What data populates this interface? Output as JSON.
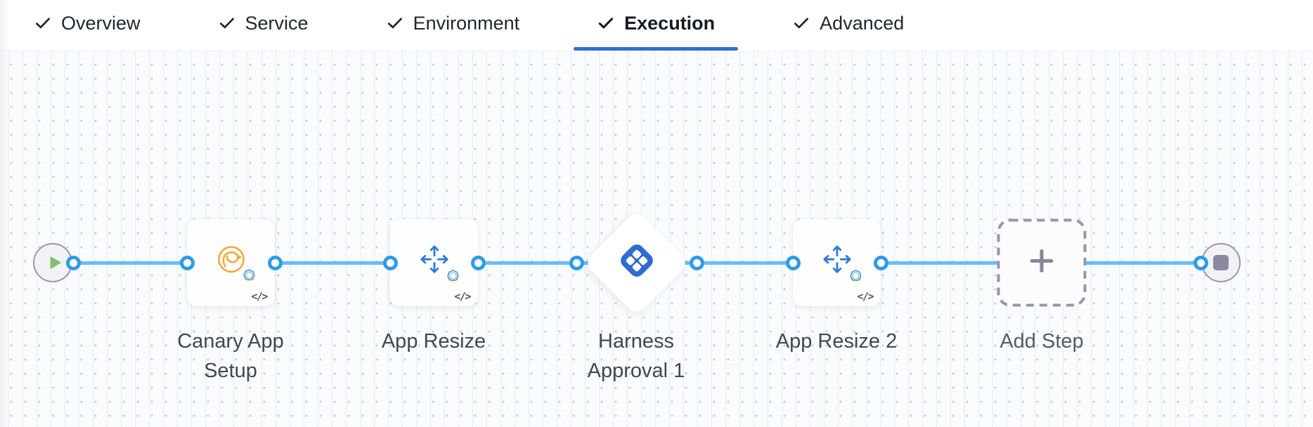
{
  "tab_bar": {
    "tabs": [
      {
        "label": "Overview",
        "completed": true,
        "active": false
      },
      {
        "label": "Service",
        "completed": true,
        "active": false
      },
      {
        "label": "Environment",
        "completed": true,
        "active": false
      },
      {
        "label": "Execution",
        "completed": true,
        "active": true
      },
      {
        "label": "Advanced",
        "completed": true,
        "active": false
      }
    ]
  },
  "pipeline": {
    "start_node": {
      "icon": "play-icon"
    },
    "end_node": {
      "icon": "stop-icon"
    },
    "steps": [
      {
        "name": "Canary App Setup",
        "label_lines": [
          "Canary App",
          "Setup"
        ],
        "shape": "card",
        "icon": "canary-bird-icon",
        "badge": "</>"
      },
      {
        "name": "App Resize",
        "label_lines": [
          "App Resize"
        ],
        "shape": "card",
        "icon": "resize-arrows-icon",
        "badge": "</>"
      },
      {
        "name": "Harness Approval 1",
        "label_lines": [
          "Harness",
          "Approval 1"
        ],
        "shape": "diamond",
        "icon": "harness-logo-icon"
      },
      {
        "name": "App Resize 2",
        "label_lines": [
          "App Resize 2"
        ],
        "shape": "card",
        "icon": "resize-arrows-icon",
        "badge": "</>"
      },
      {
        "name": "Add Step",
        "label_lines": [
          "Add Step"
        ],
        "shape": "dashed-add",
        "icon": "plus-icon"
      }
    ],
    "colors": {
      "connector_line": "#69bef3",
      "connector_ring": "#2d9ce8",
      "active_tab_underline": "#2e6fd2",
      "harness_logo_blue": "#2e6cd0",
      "resize_arrow_blue": "#2e7bd3",
      "canary_orange": "#f2a93b",
      "play_green": "#7cc36c",
      "terminal_node_border": "#9c95b2",
      "terminal_node_fill": "#f2f1f6",
      "stop_square": "#8d88a0",
      "label_text": "#3f4854"
    }
  }
}
